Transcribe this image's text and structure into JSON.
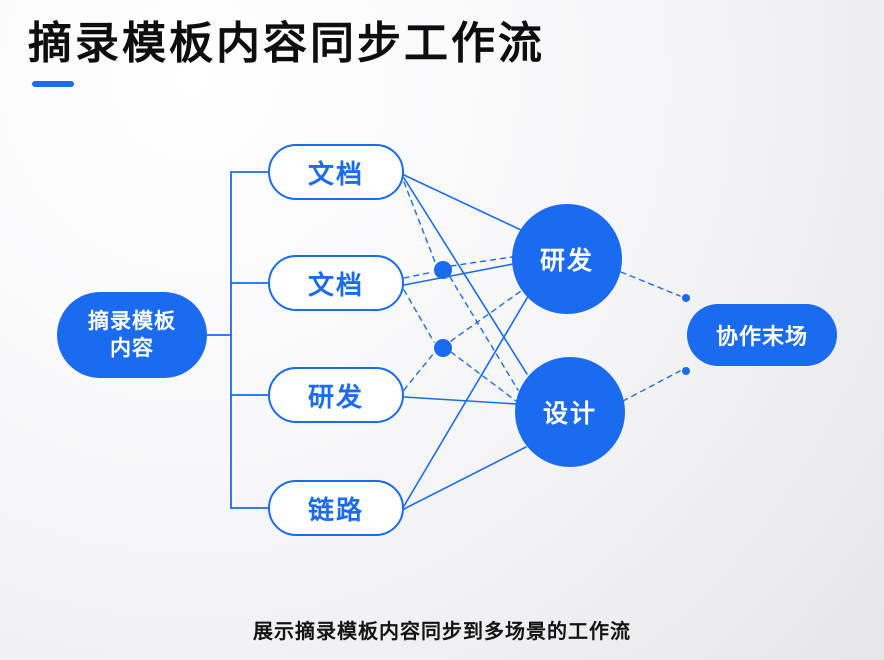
{
  "colors": {
    "accent": "#1b6bf0",
    "title_text": "#0e0e0e"
  },
  "header": {
    "title": "摘录模板内容同步工作流"
  },
  "diagram": {
    "source_node": {
      "label": "摘录模板\n内容"
    },
    "input_nodes": [
      {
        "label": "文档"
      },
      {
        "label": "文档"
      },
      {
        "label": "研发"
      },
      {
        "label": "链路"
      }
    ],
    "process_nodes": [
      {
        "label": "研发"
      },
      {
        "label": "设计"
      }
    ],
    "target_node": {
      "label": "协作末场"
    }
  },
  "footer": {
    "caption": "展示摘录模板内容同步到多场景的工作流"
  }
}
